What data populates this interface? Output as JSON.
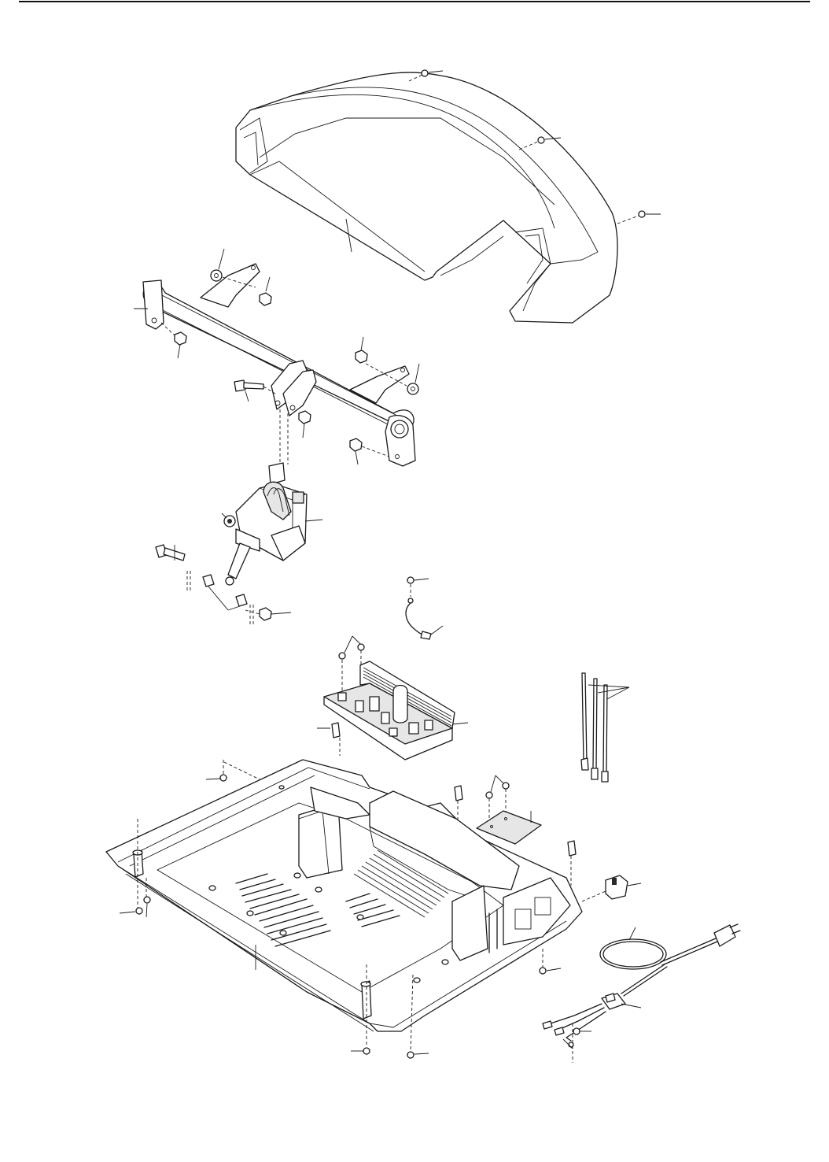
{
  "diagram": {
    "style": "exploded-parts-view",
    "stroke_color": "#1a1a1a",
    "background_color": "#ffffff",
    "parts": [
      "hood",
      "hood-screw",
      "upright-crossbar",
      "washer",
      "nut",
      "bolt",
      "motor-assembly",
      "ground-wire",
      "controller-board",
      "spacer-clip",
      "cable-tie",
      "circuit-breaker",
      "power-cord",
      "filter-board",
      "base-frame",
      "base-screw",
      "coiled-cord"
    ]
  }
}
